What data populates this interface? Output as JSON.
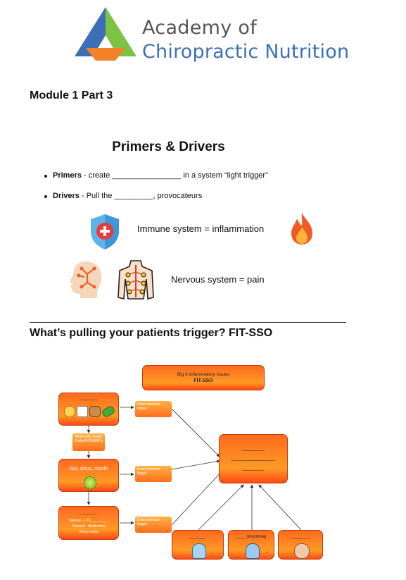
{
  "brand": {
    "line1": "Academy of",
    "line2": "Chiropractic Nutrition",
    "colors": {
      "blue": "#3f6fb3",
      "green": "#6bbf3a",
      "orange": "#f07a1e"
    }
  },
  "module_title": "Module 1 Part 3",
  "slide": {
    "title": "Primers & Drivers",
    "bullets": [
      {
        "term": "Primers",
        "text": " - create ________________ in a system “light trigger”"
      },
      {
        "term": "Drivers",
        "text": " - Pull the _________, provocateurs"
      }
    ],
    "immune": {
      "text": "Immune system = inflammation",
      "icons": [
        "shield-plus-icon",
        "flame-icon"
      ]
    },
    "nervous": {
      "text": "Nervous system = pain",
      "icons": [
        "head-neurons-icon",
        "torso-nerves-icon"
      ]
    }
  },
  "section_question": "What’s pulling your patients trigger? FIT-SSO",
  "flowchart": {
    "header": {
      "line1": "Big 6 inflammatory issues",
      "line2": "FIT-SSO"
    },
    "food_box": {
      "blank": "________"
    },
    "feeds_with": "feeds with Sugar/ Carbs/FODMAP's",
    "gut_box": {
      "label": "Gut, sinus, mouth"
    },
    "toxin_box": {
      "blank": "________:",
      "line1": "Internal - LPS, ________",
      "line2": "External - Medication",
      "line3": "Heavy metal"
    },
    "direct_labels": [
      "Direct immune trigger",
      "Direct immune trigger",
      "Direct immune trigger"
    ],
    "center_box": {
      "blank1": "________",
      "blank2": "________________",
      "blank3": "________"
    },
    "bottom_boxes": [
      {
        "label": "_______"
      },
      {
        "label": "____ (insomnia)"
      },
      {
        "label": "________"
      }
    ]
  }
}
